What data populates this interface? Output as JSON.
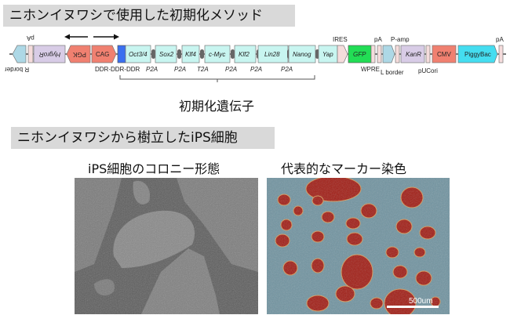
{
  "sections": {
    "method_title": "ニホンイヌワシで使用した初期化メソッド",
    "ips_title": "ニホンイヌワシから樹立したiPS細胞"
  },
  "construct": {
    "elements": [
      {
        "name": "R border",
        "color": "#add8e6",
        "flipped": true
      },
      {
        "name": "pA",
        "color": "#f5dcdc",
        "flipped": true
      },
      {
        "name": "HygroR",
        "color": "#d8cce6",
        "flipped": true
      },
      {
        "name": "PGK",
        "color": "#f08070",
        "flipped": true
      },
      {
        "name": "CAG",
        "color": "#f08070"
      },
      {
        "name": "DDR-DDR-DDR",
        "color": "#3a6ff0"
      },
      {
        "name": "Oct3/4",
        "color": "#c8f5f0"
      },
      {
        "name": "Sox2",
        "color": "#c8f5f0"
      },
      {
        "name": "Klf4",
        "color": "#c8f5f0"
      },
      {
        "name": "c-Myc",
        "color": "#c8f5f0"
      },
      {
        "name": "Klf2",
        "color": "#c8f5f0"
      },
      {
        "name": "Lin28",
        "color": "#c8f5f0"
      },
      {
        "name": "Nanog",
        "color": "#c8f5f0"
      },
      {
        "name": "Yap",
        "color": "#c8f5f0"
      },
      {
        "name": "IRES",
        "color": "#f5dcdc"
      },
      {
        "name": "GFP",
        "color": "#22dd55"
      },
      {
        "name": "WPRE",
        "color": "#f5dcdc"
      },
      {
        "name": "pA",
        "color": "#f5dcdc"
      },
      {
        "name": "L border",
        "color": "#add8e6"
      },
      {
        "name": "P-amp",
        "color": "#f5dcdc"
      },
      {
        "name": "KanR",
        "color": "#d8cce6"
      },
      {
        "name": "pUCori",
        "color": "#f5dcdc"
      },
      {
        "name": "CMV",
        "color": "#f08070"
      },
      {
        "name": "PiggyBac",
        "color": "#44ddf0"
      },
      {
        "name": "pA",
        "color": "#f5dcdc"
      }
    ],
    "linkers": [
      "P2A",
      "P2A",
      "T2A",
      "P2A",
      "P2A",
      "P2A"
    ],
    "labels": {
      "r_border": "R border",
      "pa_left": "pA",
      "hygror": "HygroR",
      "pgk": "PGK",
      "cag": "CAG",
      "ddr": "DDR-DDR-DDR",
      "oct34": "Oct3/4",
      "sox2": "Sox2",
      "klf4": "Klf4",
      "cmyc": "c-Myc",
      "klf2": "Klf2",
      "lin28": "Lin28",
      "nanog": "Nanog",
      "yap": "Yap",
      "ires": "IRES",
      "gfp": "GFP",
      "wpre": "WPRE",
      "pa_mid": "pA",
      "l_border": "L border",
      "p_amp": "P-amp",
      "kanr": "KanR",
      "puc": "pUCori",
      "cmv": "CMV",
      "piggybac": "PiggyBac",
      "pa_right": "pA",
      "p2a_1": "P2A",
      "p2a_2": "P2A",
      "t2a": "T2A",
      "p2a_3": "P2A",
      "p2a_4": "P2A",
      "p2a_5": "P2A"
    },
    "bracket_label": "初期化遺伝子"
  },
  "figures": {
    "colony_caption": "iPS細胞のコロニー形態",
    "marker_caption": "代表的なマーカー染色",
    "scale_bar": "500um"
  }
}
